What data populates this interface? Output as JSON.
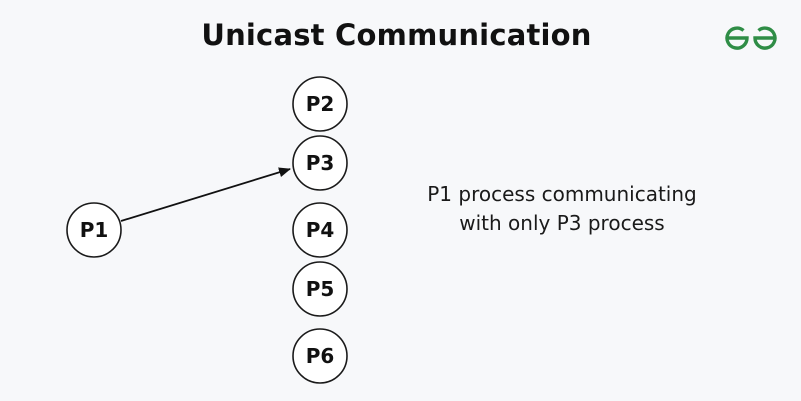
{
  "title": "Unicast Communication",
  "logo": {
    "icon": "geeksforgeeks-logo-icon",
    "color": "#2f8d46"
  },
  "nodes": [
    {
      "id": "P1",
      "label": "P1"
    },
    {
      "id": "P2",
      "label": "P2"
    },
    {
      "id": "P3",
      "label": "P3"
    },
    {
      "id": "P4",
      "label": "P4"
    },
    {
      "id": "P5",
      "label": "P5"
    },
    {
      "id": "P6",
      "label": "P6"
    }
  ],
  "edges": [
    {
      "from": "P1",
      "to": "P3",
      "directed": true
    }
  ],
  "caption": {
    "line1": "P1 process communicating",
    "line2": "with only P3 process"
  }
}
